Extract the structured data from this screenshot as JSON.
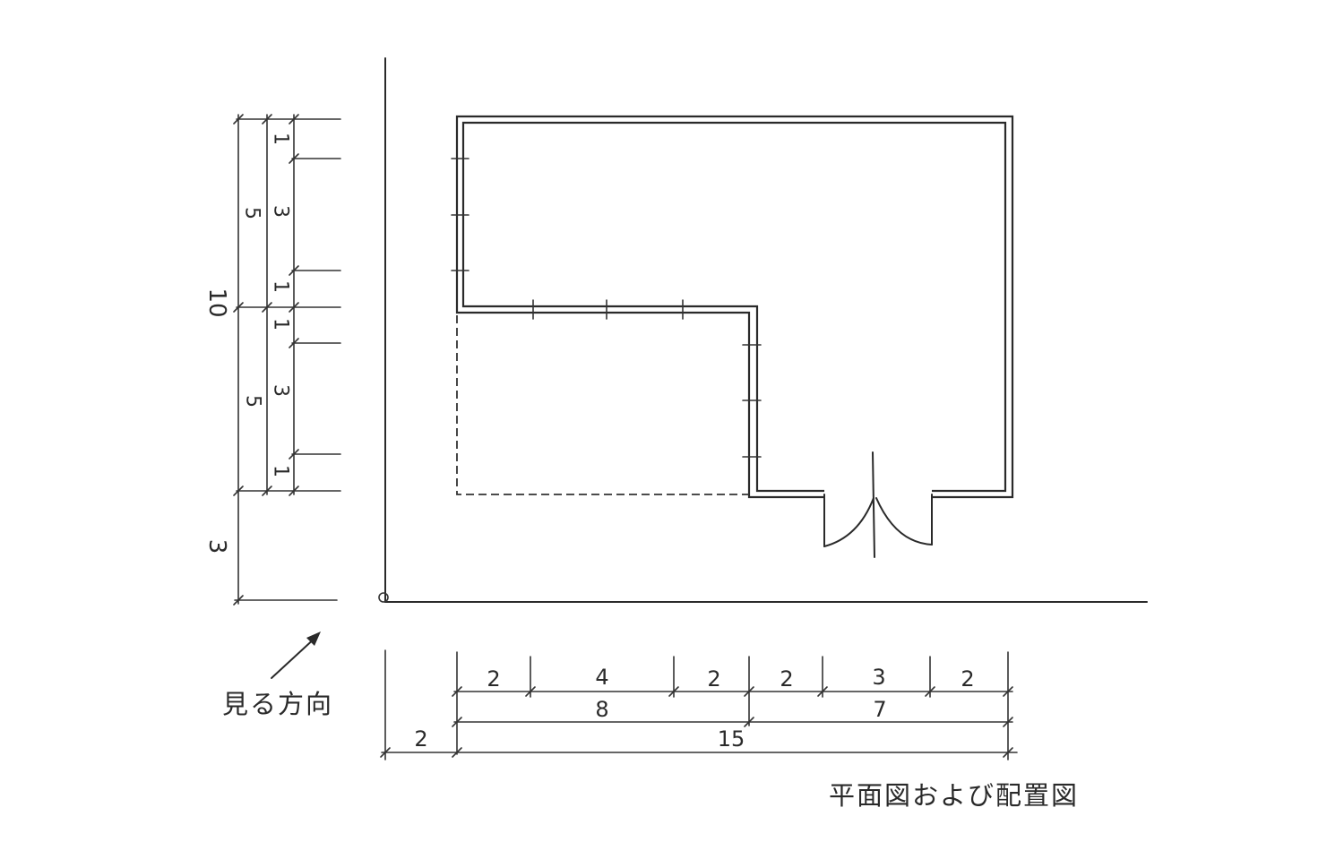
{
  "caption": "平面図および配置図",
  "view_direction": {
    "label": "見る方向",
    "icon": "arrow-up-right-icon"
  },
  "dimensions": {
    "left": {
      "outer": [
        "10",
        "3"
      ],
      "middle": [
        "5",
        "5"
      ],
      "inner": [
        "1",
        "3",
        "1",
        "1",
        "3",
        "1"
      ]
    },
    "bottom": {
      "row1": [
        "2",
        "4",
        "2",
        "2",
        "3",
        "2"
      ],
      "row2": [
        "8",
        "7"
      ],
      "row3": [
        "2",
        "15"
      ]
    }
  },
  "colors": {
    "ink": "#2a2a2a",
    "paper": "#ffffff"
  }
}
